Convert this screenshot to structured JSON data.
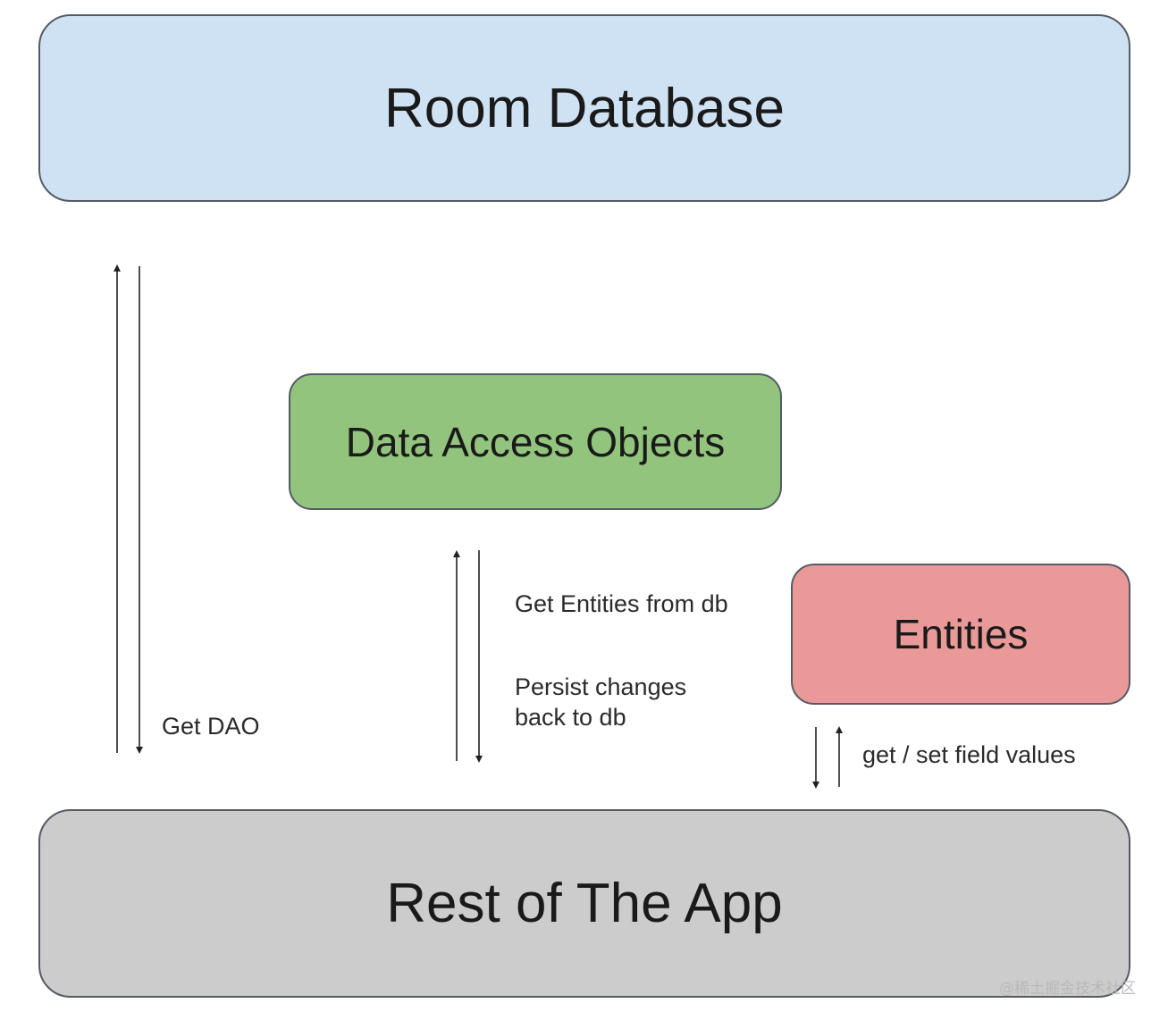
{
  "nodes": {
    "room_database": {
      "label": "Room Database",
      "fill": "#cfe2f3"
    },
    "data_access_objects": {
      "label": "Data Access Objects",
      "fill": "#93c47d"
    },
    "entities": {
      "label": "Entities",
      "fill": "#ea9999"
    },
    "rest_of_app": {
      "label": "Rest of The App",
      "fill": "#cccccc"
    }
  },
  "edges": {
    "get_dao": {
      "label": "Get DAO",
      "from": "rest_of_app",
      "to": "room_database",
      "direction": "bidirectional"
    },
    "get_entities": {
      "label": "Get Entities from db",
      "from": "rest_of_app",
      "to": "data_access_objects",
      "direction": "bidirectional"
    },
    "persist": {
      "line1": "Persist changes",
      "line2": "back to db"
    },
    "field_values": {
      "label": "get / set field values",
      "from": "entities",
      "to": "rest_of_app",
      "direction": "bidirectional"
    }
  },
  "colors": {
    "border": "#555b66",
    "arrow": "#222222"
  },
  "watermark": {
    "text": "@稀土掘金技术社区"
  }
}
